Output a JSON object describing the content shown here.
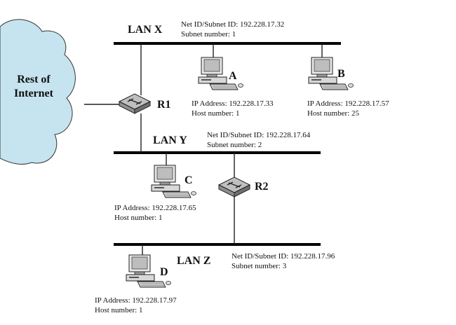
{
  "cloud": {
    "label_line1": "Rest of",
    "label_line2": "Internet",
    "color": "#c6e4ef"
  },
  "lans": {
    "x": {
      "name": "LAN X",
      "net_id": "Net ID/Subnet ID: 192.228.17.32",
      "subnet": "Subnet number: 1"
    },
    "y": {
      "name": "LAN Y",
      "net_id": "Net ID/Subnet ID: 192.228.17.64",
      "subnet": "Subnet number: 2"
    },
    "z": {
      "name": "LAN Z",
      "net_id": "Net ID/Subnet ID: 192.228.17.96",
      "subnet": "Subnet number: 3"
    }
  },
  "routers": {
    "r1": "R1",
    "r2": "R2"
  },
  "hosts": {
    "a": {
      "name": "A",
      "ip": "IP Address: 192.228.17.33",
      "host": "Host number: 1"
    },
    "b": {
      "name": "B",
      "ip": "IP Address: 192.228.17.57",
      "host": "Host number: 25"
    },
    "c": {
      "name": "C",
      "ip": "IP Address: 192.228.17.65",
      "host": "Host number: 1"
    },
    "d": {
      "name": "D",
      "ip": "IP Address: 192.228.17.97",
      "host": "Host number: 1"
    }
  },
  "icons": {
    "router": "router-icon",
    "workstation": "workstation-icon",
    "cloud": "cloud-icon"
  }
}
